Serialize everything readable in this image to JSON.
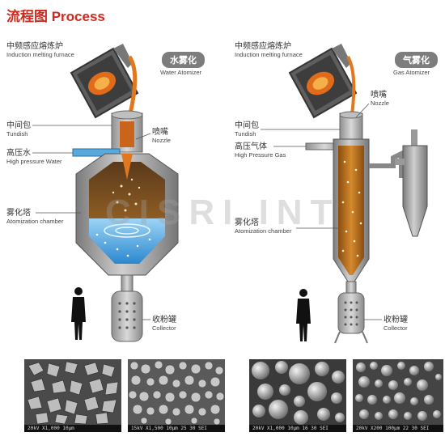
{
  "title": "流程图 Process",
  "watermark": "CISRI INT",
  "water": {
    "badge": "水雾化",
    "badge_en": "Water Atomizer",
    "labels": [
      {
        "cn": "中频感应熔炼炉",
        "en": "Induction melting furnace"
      },
      {
        "cn": "中间包",
        "en": "Tundish"
      },
      {
        "cn": "高压水",
        "en": "High pressure Water"
      },
      {
        "cn": "雾化塔",
        "en": "Atomization chamber"
      },
      {
        "cn": "喷嘴",
        "en": "Nozzle"
      },
      {
        "cn": "收粉罐",
        "en": "Collector"
      }
    ]
  },
  "gas": {
    "badge": "气雾化",
    "badge_en": "Gas Atomizer",
    "labels": [
      {
        "cn": "中频感应熔炼炉",
        "en": "Induction melting furnace"
      },
      {
        "cn": "中间包",
        "en": "Tundish"
      },
      {
        "cn": "高压气体",
        "en": "High Pressure Gas"
      },
      {
        "cn": "雾化塔",
        "en": "Atomization chamber"
      },
      {
        "cn": "喷嘴",
        "en": "Nozzle"
      },
      {
        "cn": "收粉罐",
        "en": "Collector"
      }
    ]
  },
  "micrographs": [
    {
      "caption": "20kV   X1,000   10μm"
    },
    {
      "caption": "15kV   X1,500   10μm   25 30 SEI"
    },
    {
      "caption": "20kV   X1,000   10μm   16 30 SEI"
    },
    {
      "caption": "20kV   X200   100μm   22 30 SEI"
    }
  ],
  "colors": {
    "accent": "#d2281e",
    "badge": "#7d7d7d",
    "water": "#3aa0e0",
    "melt": "#e07820"
  }
}
